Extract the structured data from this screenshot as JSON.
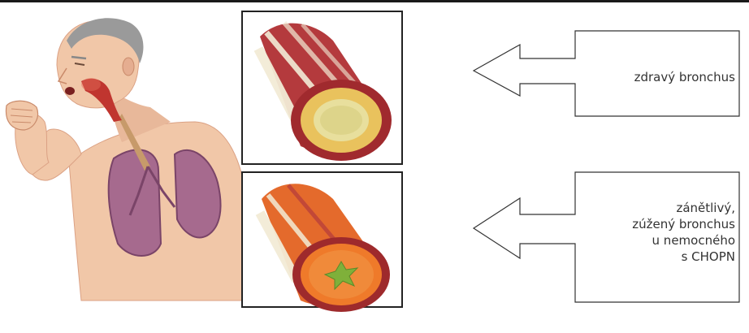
{
  "labels": {
    "healthy": "zdravý bronchus",
    "inflamed_lines": [
      "zánětlivý,",
      "zúžený bronchus",
      "u nemocného",
      "s CHOPN"
    ]
  },
  "colors": {
    "skin": "#f1c7a8",
    "skin_shade": "#dba184",
    "hair": "#9a9a9a",
    "lung": "#a66a8e",
    "lung_dark": "#7a4468",
    "airway_red": "#c0352f",
    "bronchus_wall": "#b43a3d",
    "mucosa_healthy": "#e9c25d",
    "lumen_healthy": "#e8df9d",
    "mucosa_inflamed": "#ef7a2a",
    "mucus_green": "#7fb03a",
    "cartilage": "#f3ecd6",
    "frame_stroke": "#222222",
    "arrow_stroke": "#333333"
  },
  "icons": {
    "figure": "coughing-man-illustration",
    "healthy": "healthy-bronchus-cross-section",
    "inflamed": "inflamed-bronchus-cross-section",
    "arrow": "left-arrow-outline"
  }
}
